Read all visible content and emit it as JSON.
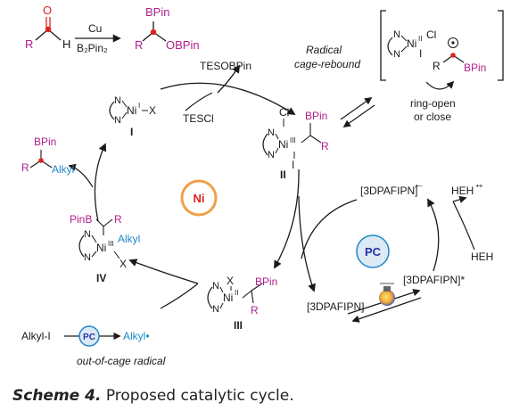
{
  "colors": {
    "black": "#1a1a1a",
    "magenta": "#b0208c",
    "cyan_blue": "#1e88c8",
    "red": "#e02020",
    "ni_circle": "#f0a04a",
    "pc_fill": "#dde9f5",
    "pc_text": "#2233aa"
  },
  "top_reaction": {
    "aldehyde_R": "R",
    "aldehyde_O": "O",
    "aldehyde_H": "H",
    "reagent_top": "Cu",
    "reagent_bottom": "B₂Pin₂",
    "product_BPin": "BPin",
    "product_R": "R",
    "product_OBPin": "OBPin"
  },
  "cage": {
    "title_line1": "Radical",
    "title_line2": "cage-rebound",
    "ni_label": "Ni",
    "ni_ox": "II",
    "cl": "Cl",
    "i": "I",
    "r": "R",
    "bpin": "BPin",
    "ring_line1": "ring-open",
    "ring_line2": "or close"
  },
  "species": {
    "teso_bpin": "TESOBPin",
    "tescl": "TESCl",
    "I_ni": "Ni",
    "I_ox": "I",
    "I_x": "X",
    "I_label": "I",
    "II_cl": "Cl",
    "II_ni": "Ni",
    "II_ox": "III",
    "II_i": "I",
    "II_bpin": "BPin",
    "II_r": "R",
    "II_label": "II",
    "III_x": "X",
    "III_ni": "Ni",
    "III_ox": "II",
    "III_bpin": "BPin",
    "III_r": "R",
    "III_label": "III",
    "IV_pinb": "PinB",
    "IV_r": "R",
    "IV_ni": "Ni",
    "IV_ox": "III",
    "IV_alkyl": "Alkyl",
    "IV_x": "X",
    "IV_label": "IV",
    "prod_bpin": "BPin",
    "prod_alkyl": "Alkyl",
    "ni_center": "Ni",
    "pc_center": "PC",
    "pc_small": "PC",
    "alkyl_i": "Alkyl-I",
    "alkyl_rad": "Alkyl•",
    "out_of_cage": "out-of-cage radical",
    "n": "N"
  },
  "pc_cycle": {
    "dpafipn_rad": "[3DPAFIPN]",
    "dpafipn_rad_sup": "•–",
    "heh_rad": "HEH",
    "heh_rad_sup": "•+",
    "heh": "HEH",
    "dpafipn_star": "[3DPAFIPN]*",
    "dpafipn": "[3DPAFIPN]"
  },
  "caption": {
    "label": "Scheme 4.",
    "text": "Proposed catalytic cycle."
  }
}
